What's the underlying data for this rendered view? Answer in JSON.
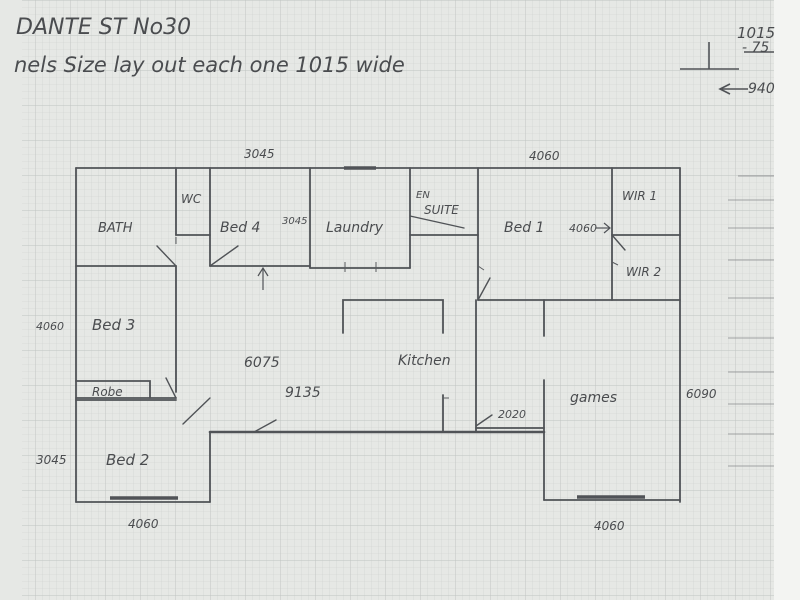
{
  "header": {
    "line1": "DANTE ST  No30",
    "line2": "nels  Size lay out  each one 1015 wide"
  },
  "corner_note": {
    "value1": "1015",
    "value2": "- 75",
    "value3": "940"
  },
  "rooms": {
    "bath": "BATH",
    "wc": "WC",
    "bed4": "Bed 4",
    "laundry": "Laundry",
    "ensuite_top": "EN",
    "ensuite": "SUITE",
    "bed1": "Bed 1",
    "wir1": "WIR 1",
    "wir2": "WIR 2",
    "bed3": "Bed 3",
    "robe": "Robe",
    "bed2": "Bed 2",
    "kitchen": "Kitchen",
    "games": "games"
  },
  "dimensions": {
    "top_left": "3045",
    "top_right": "4060",
    "bed4_width": "3045",
    "bed1_width": "4060",
    "left_bed3": "4060",
    "left_bed2": "3045",
    "hall_length": "6075",
    "living_length": "9135",
    "step": "2020",
    "right_side": "6090",
    "bottom_left": "4060",
    "bottom_right": "4060"
  },
  "colors": {
    "paper": "#e4e6e3",
    "grid": "#c9cccb",
    "ink": "#4a4c4f"
  }
}
